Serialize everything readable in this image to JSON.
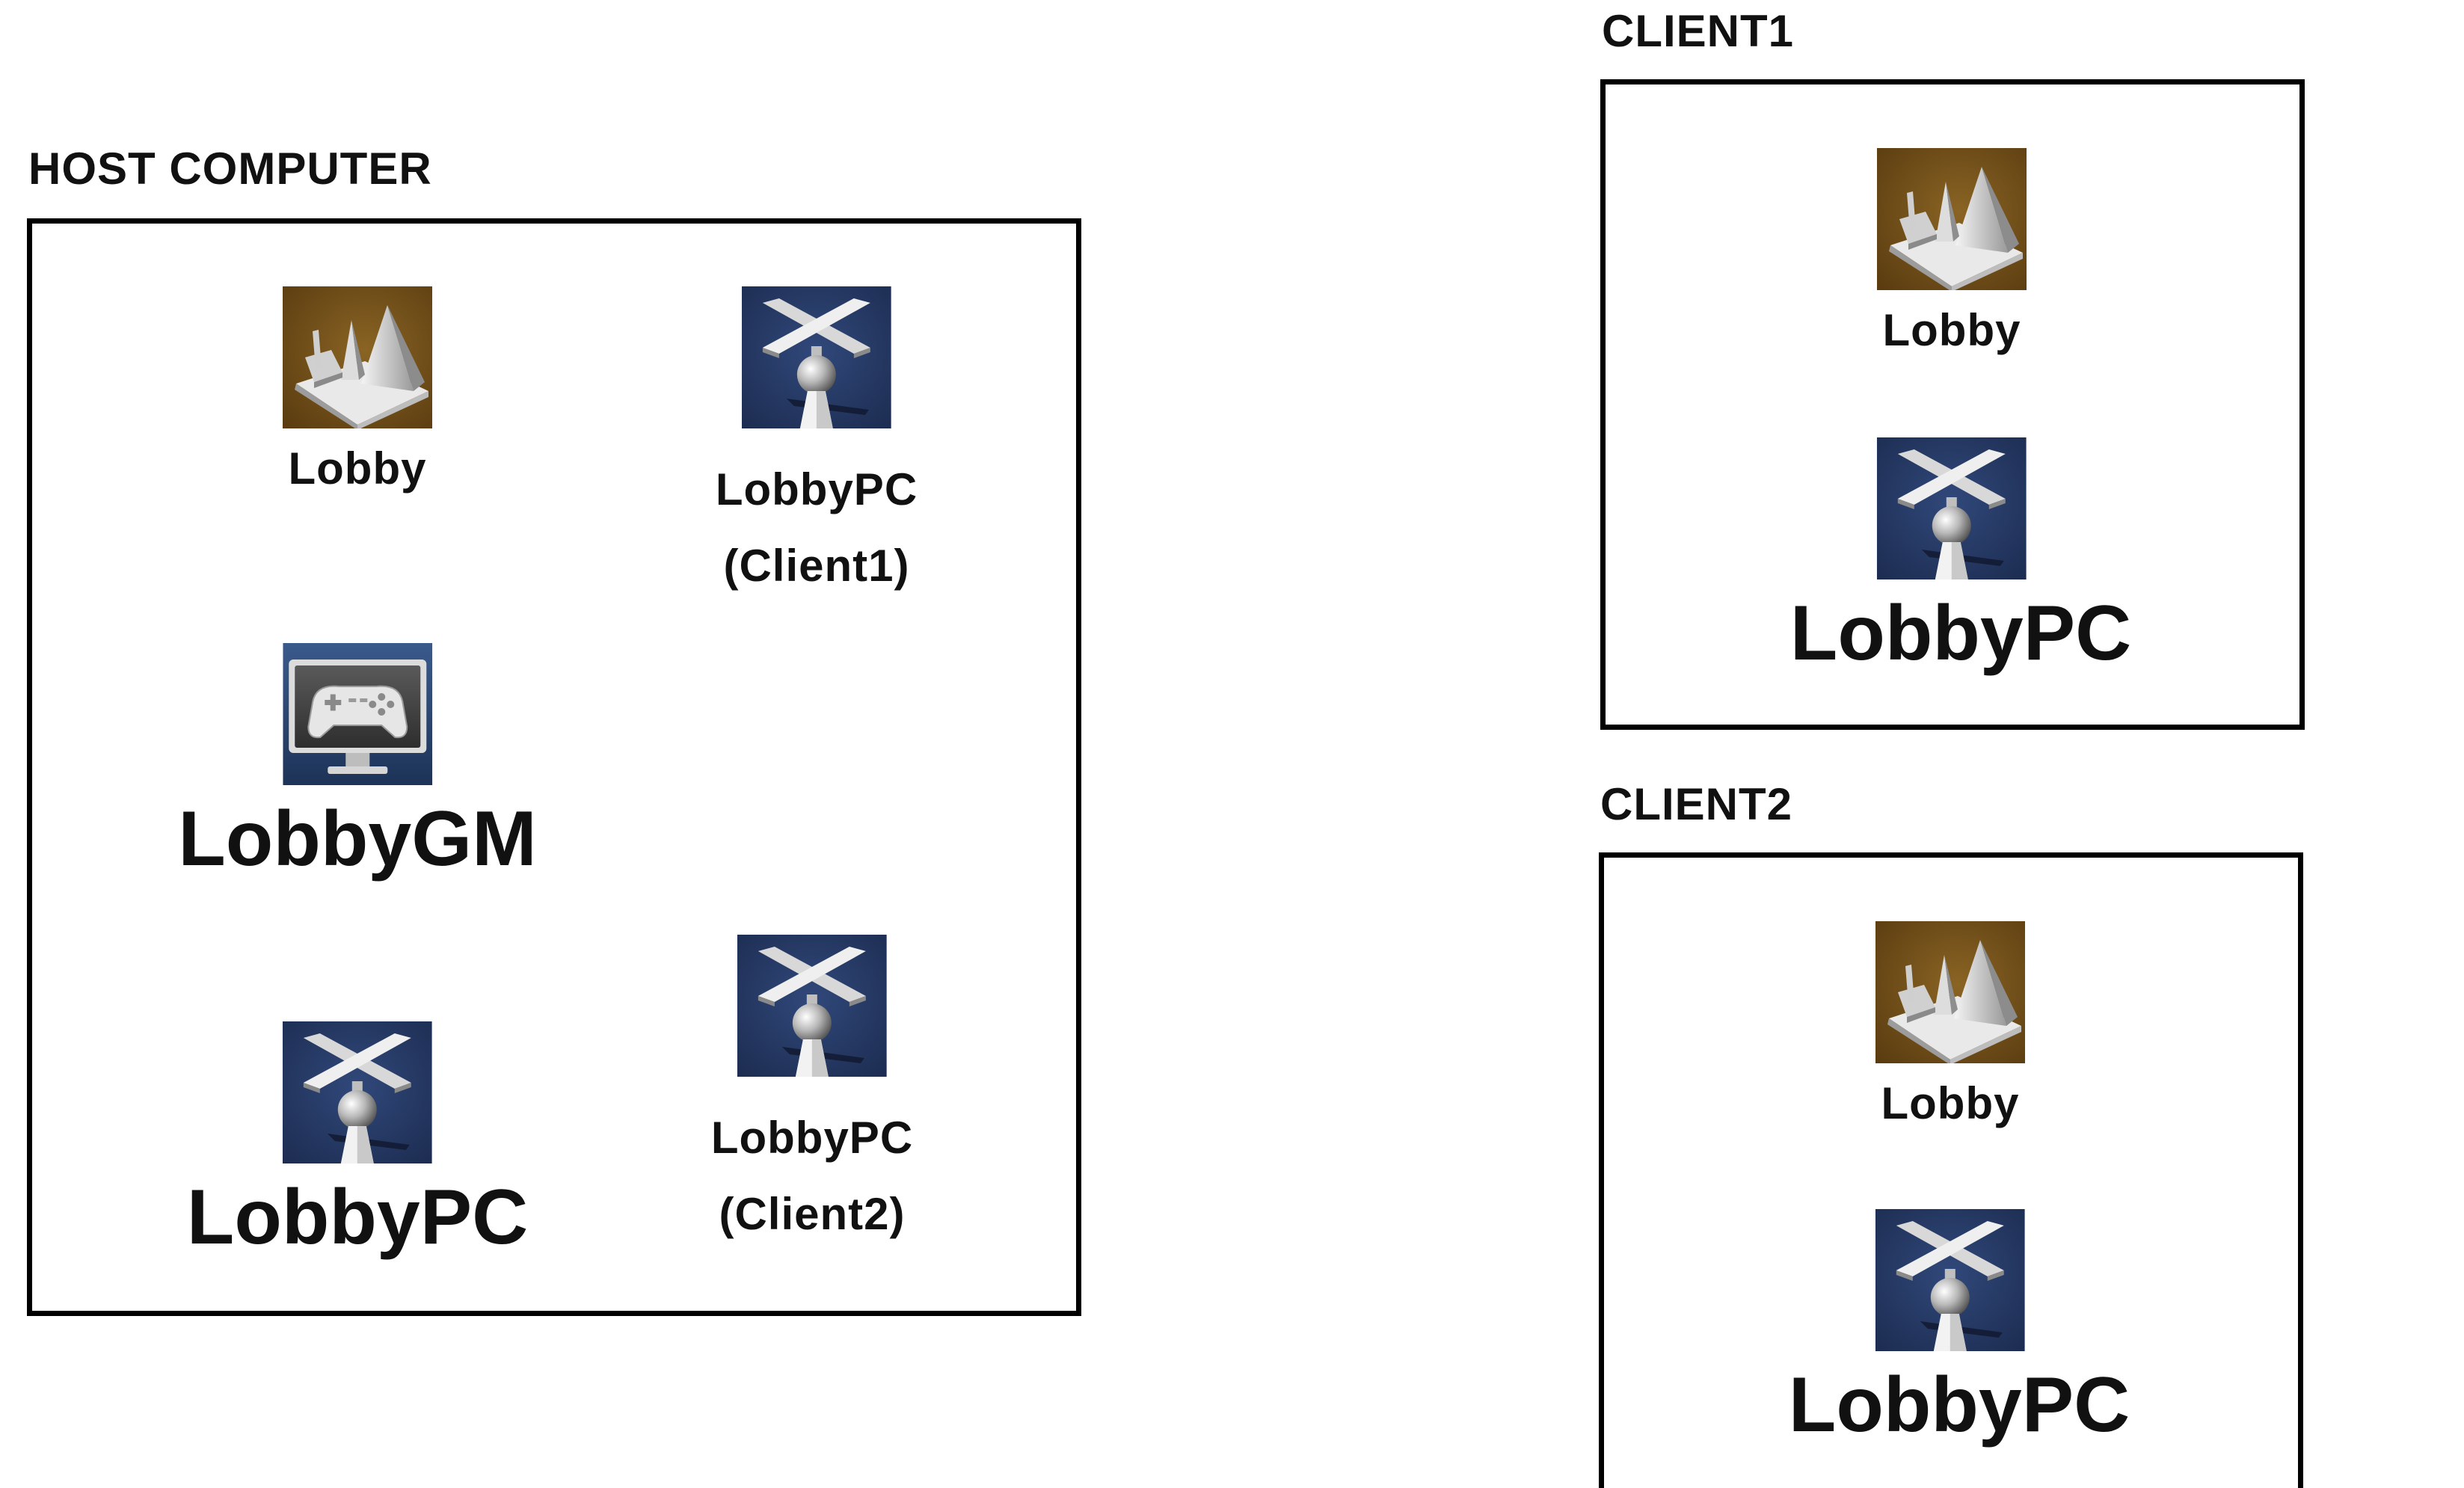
{
  "host": {
    "title": "HOST COMPUTER",
    "items": {
      "lobby": {
        "icon": "lobby-level-icon",
        "label": "Lobby"
      },
      "pc_client1": {
        "icon": "player-pawn-icon",
        "label": "LobbyPC",
        "sublabel": "(Client1)"
      },
      "gm": {
        "icon": "gamepad-monitor-icon",
        "label": "LobbyGM"
      },
      "pc_host": {
        "icon": "player-pawn-icon",
        "label": "LobbyPC"
      },
      "pc_client2": {
        "icon": "player-pawn-icon",
        "label": "LobbyPC",
        "sublabel": "(Client2)"
      }
    }
  },
  "client1": {
    "title": "CLIENT1",
    "items": {
      "lobby": {
        "icon": "lobby-level-icon",
        "label": "Lobby"
      },
      "pc": {
        "icon": "player-pawn-icon",
        "label": "LobbyPC"
      }
    }
  },
  "client2": {
    "title": "CLIENT2",
    "items": {
      "lobby": {
        "icon": "lobby-level-icon",
        "label": "Lobby"
      },
      "pc": {
        "icon": "player-pawn-icon",
        "label": "LobbyPC"
      }
    }
  },
  "colors": {
    "lobby_icon_bg": "#6b4a17",
    "pawn_icon_bg": "#24385f",
    "gm_icon_bg": "#2b4a7a",
    "border": "#000000"
  }
}
